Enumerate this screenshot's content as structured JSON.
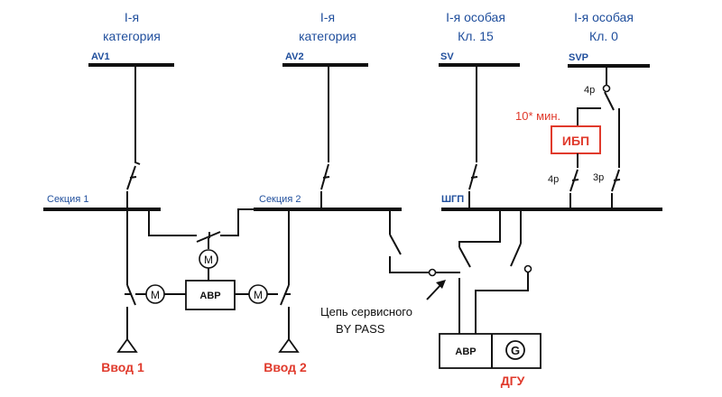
{
  "categories": {
    "cat1_line1": "I-я",
    "cat1_line2": "категория",
    "cat2_line1": "I-я",
    "cat2_line2": "категория",
    "cat3_line1": "I-я особая",
    "cat3_line2": "Кл. 15",
    "cat4_line1": "I-я особая",
    "cat4_line2": "Кл. 0"
  },
  "buses": {
    "av1": "AV1",
    "av2": "AV2",
    "sv": "SV",
    "svp": "SVP",
    "section1": "Секция 1",
    "section2": "Секция 2",
    "shgp": "ШГП"
  },
  "components": {
    "avr_main": "АВР",
    "avr_dgu": "АВР",
    "motor": "M",
    "generator": "G",
    "ups": "ИБП"
  },
  "labels": {
    "ups_time": "10* мин.",
    "switch_4p_top": "4р",
    "switch_4p_bottom": "4р",
    "switch_3p": "3р",
    "bypass_line1": "Цепь сервисного",
    "bypass_line2": "BY PASS",
    "input1": "Ввод 1",
    "input2": "Ввод 2",
    "dgu": "ДГУ"
  },
  "colors": {
    "line": "#111111",
    "accent_red": "#e03a2c",
    "label_blue": "#1f4e9c"
  }
}
